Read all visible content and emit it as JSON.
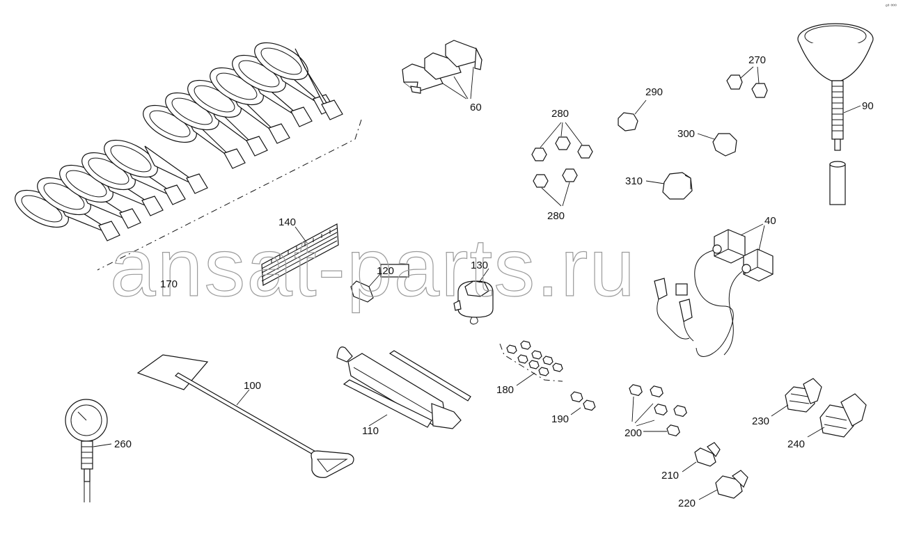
{
  "diagram": {
    "watermark": "ansat-parts.ru",
    "corner_code": "ᵉ⁰ ⁰⁰⁰",
    "callouts": {
      "p60": "60",
      "p90": "90",
      "p40": "40",
      "p100": "100",
      "p110": "110",
      "p120": "120",
      "p130": "130",
      "p140": "140",
      "p170": "170",
      "p180": "180",
      "p190": "190",
      "p200": "200",
      "p210": "210",
      "p220": "220",
      "p230": "230",
      "p240": "240",
      "p260": "260",
      "p270": "270",
      "p280_top": "280",
      "p280_bottom": "280",
      "p290": "290",
      "p300": "300",
      "p310": "310"
    }
  }
}
